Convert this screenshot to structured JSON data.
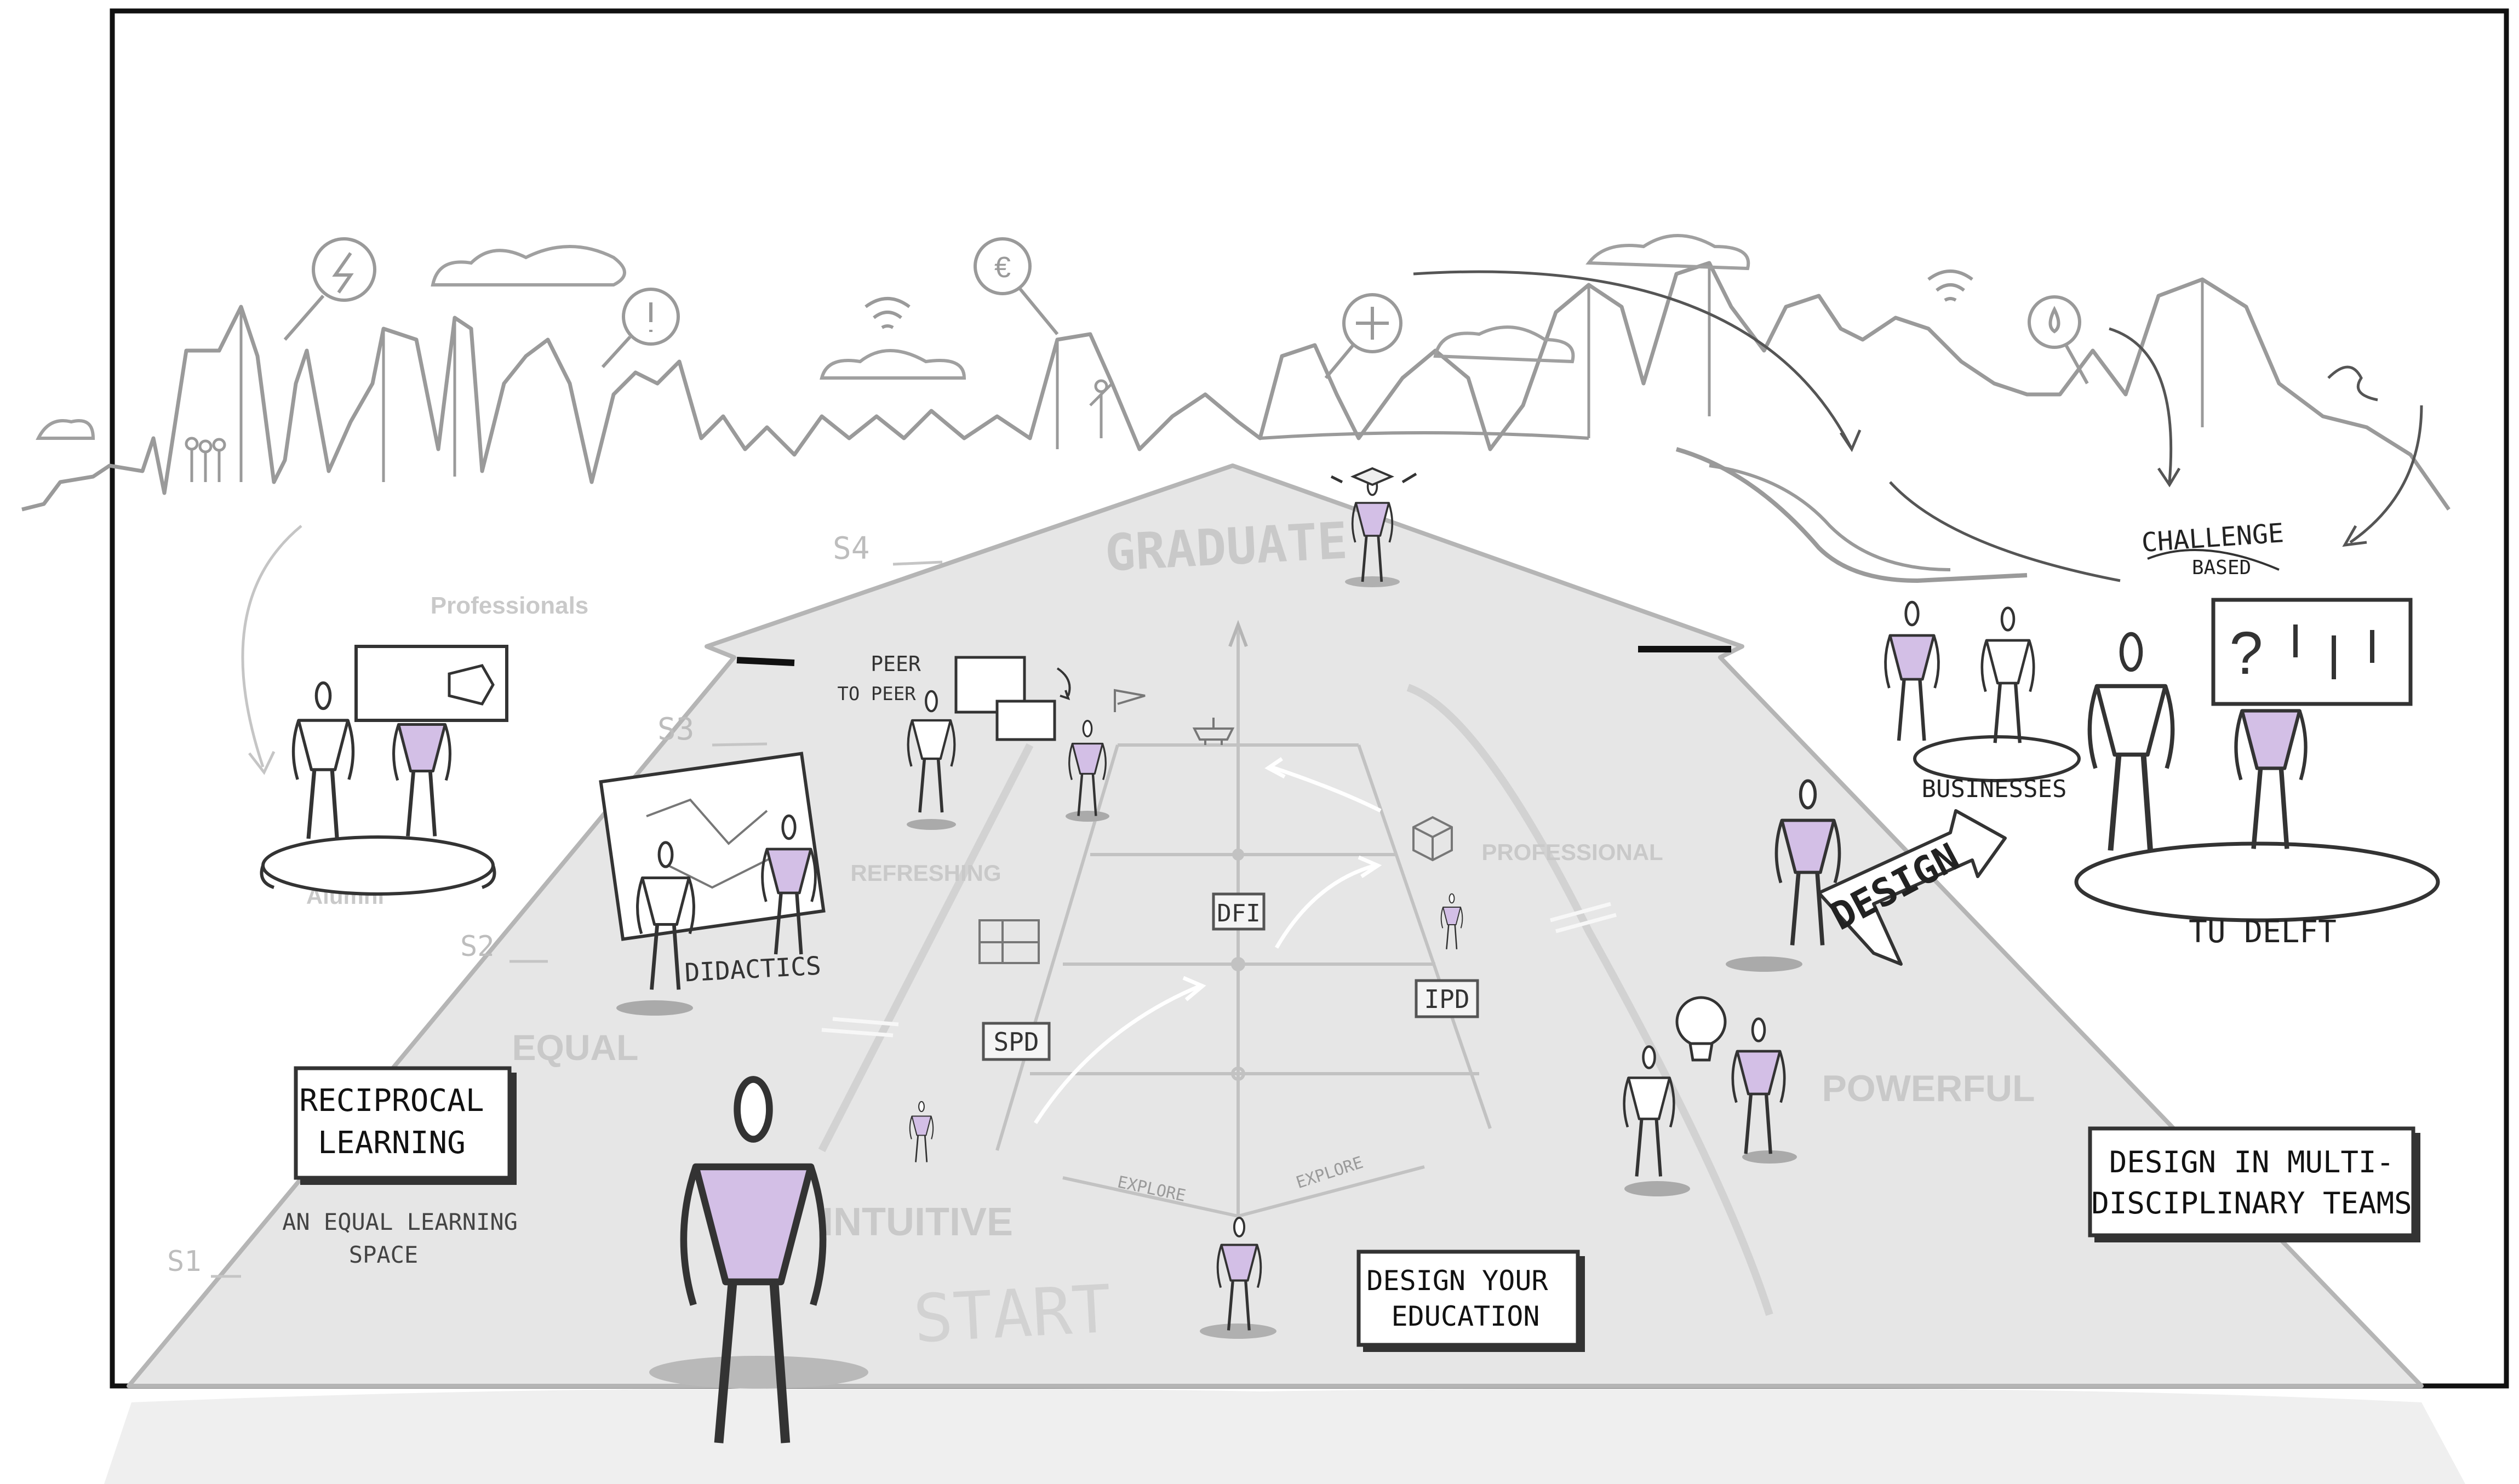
{
  "colors": {
    "frame": "#111111",
    "sketch": "#8a8a8a",
    "sketch_dark": "#3a3a3a",
    "road": "#e7e7e7",
    "road_edge": "#bdbdbd",
    "accent": "#c9b3de",
    "faded_text": "#c6c6c6",
    "label_text": "#222222"
  },
  "icons": [
    "lightning-icon",
    "exclamation-icon",
    "euro-icon",
    "medical-cross-icon",
    "wifi-icon",
    "drop-icon",
    "lightbulb-icon",
    "cube-icon",
    "flag-icon",
    "question-icon"
  ],
  "road": {
    "graduate": "GRADUATE",
    "start": "START",
    "explore_left": "EXPLORE",
    "explore_right": "EXPLORE",
    "steps": {
      "s1": "S1",
      "s2": "S2",
      "s3": "S3",
      "s4": "S4"
    }
  },
  "qualities": {
    "equal": "EQUAL",
    "intuitive": "INTUITIVE",
    "powerful": "POWERFUL",
    "refreshing": "REFRESHING",
    "professional": "PROFESSIONAL"
  },
  "groups": {
    "professionals": "Professionals",
    "alumni": "Alumni",
    "peer_line1": "PEER",
    "peer_line2": "TO PEER",
    "didactics": "DIDACTICS",
    "businesses": "BUSINESSES",
    "tu_delft": "TU DELFT",
    "challenge_line1": "CHALLENGE",
    "challenge_line2": "BASED",
    "design_banner": "DESIGN"
  },
  "programs": {
    "dfi": "DFI",
    "spd": "SPD",
    "ipd": "IPD"
  },
  "boxes": {
    "reciprocal_line1": "RECIPROCAL",
    "reciprocal_line2": "LEARNING",
    "equal_space_line1": "AN EQUAL LEARNING",
    "equal_space_line2": "SPACE",
    "design_edu_line1": "DESIGN YOUR",
    "design_edu_line2": "EDUCATION",
    "multi_line1": "DESIGN IN MULTI-",
    "multi_line2": "DISCIPLINARY TEAMS"
  }
}
